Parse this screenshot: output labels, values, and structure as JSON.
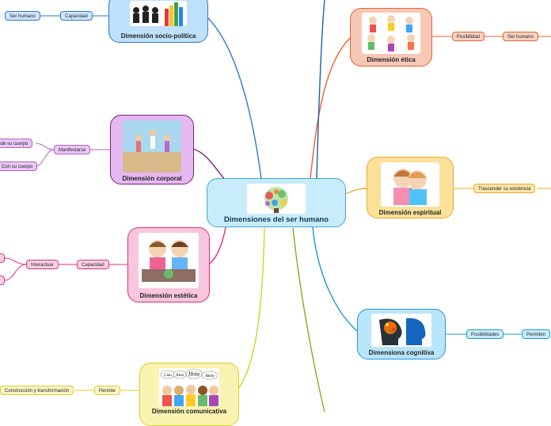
{
  "center": {
    "title": "Dimensiones del ser humano"
  },
  "nodes": {
    "socio": {
      "title": "Dimensión socio-política",
      "color": "#2b78d6",
      "fill": "#bfe0fb"
    },
    "corporal": {
      "title": "Dimensión corporal",
      "color": "#7a1f7a",
      "fill": "#e6b8f2"
    },
    "estetica": {
      "title": "Dimensión estética",
      "color": "#e0307a",
      "fill": "#f8c6de"
    },
    "comunicativa": {
      "title": "Dimensión comunicativa",
      "color": "#d9cf2c",
      "fill": "#f8f3b0"
    },
    "etica": {
      "title": "Dimensión ética",
      "color": "#e8622f",
      "fill": "#f8c8b6"
    },
    "espiritual": {
      "title": "Dimensión espiritual",
      "color": "#f0a825",
      "fill": "#fbe19a"
    },
    "cognitiva": {
      "title": "Dimensiona cognitiva",
      "color": "#1f9ad6",
      "fill": "#b9e6fa"
    }
  },
  "pills": {
    "socio_capacidad": "Capacidad",
    "socio_ser_humano": "Ser humano",
    "corporal_manifestarse": "Manifestarse",
    "corporal_desde_cuerpo": "Desde su cuerpo",
    "corporal_con_cuerpo": "Con su cuerpo",
    "estetica_capacidad": "Capacidad",
    "estetica_interactuar": "Interactuar",
    "comunicativa_permite": "Permite",
    "comunicativa_construccion": "Construcción y transformación",
    "etica_posibilidad": "Posibilidad",
    "etica_ser_humano": "Ser humano",
    "espiritual_trascender": "Trascender su existencia",
    "cognitiva_posibilidades": "Posibilidades",
    "cognitiva_permiten": "Permiten"
  },
  "image_labels": {
    "hola": "Hola",
    "ciao": "Ciao",
    "alo": "Aloú",
    "hello": "Hello"
  }
}
